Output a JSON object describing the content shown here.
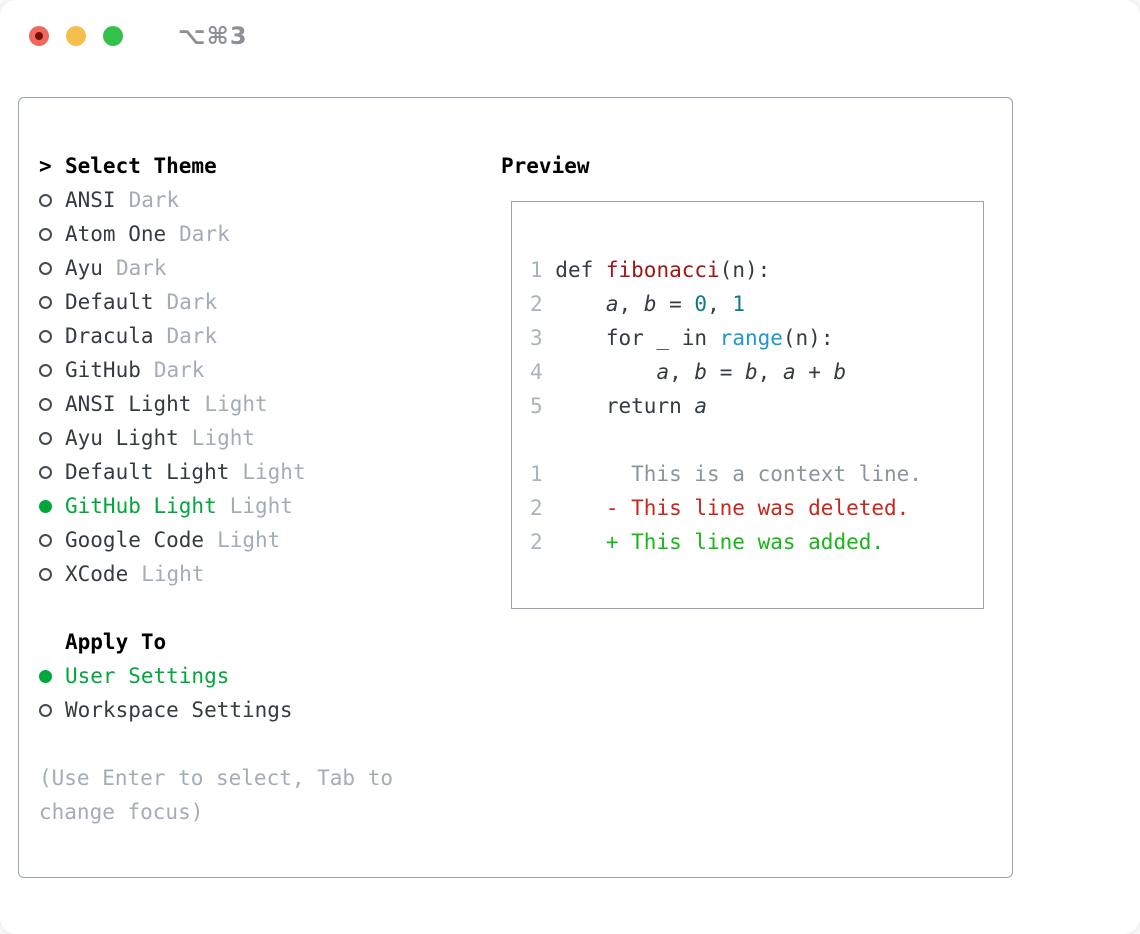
{
  "titlebar": {
    "shortcut": "⌥⌘3",
    "buttons": [
      "close",
      "minimize",
      "zoom"
    ]
  },
  "colors": {
    "ink": "#343b42",
    "muted": "#a3acb7",
    "ln": "#a9b3be",
    "green": "#00a83c",
    "green-add": "#17b717",
    "red-del": "#c9261d",
    "fn-red": "#a31515",
    "num-teal": "#0c7b8a",
    "range-blue": "#1e97d4",
    "border": "#9aa4b0",
    "ctx-gray": "#8b949e",
    "light-red": "#ee6a5f",
    "light-red-dot": "#7a0c06",
    "light-yellow": "#f5bf4f",
    "light-green": "#34c14b",
    "shortcut": "#8b9096"
  },
  "theme_picker": {
    "cursor": ">",
    "title": "Select Theme",
    "items": [
      {
        "name": "ANSI",
        "variant": "Dark",
        "selected": false
      },
      {
        "name": "Atom One",
        "variant": "Dark",
        "selected": false
      },
      {
        "name": "Ayu",
        "variant": "Dark",
        "selected": false
      },
      {
        "name": "Default",
        "variant": "Dark",
        "selected": false
      },
      {
        "name": "Dracula",
        "variant": "Dark",
        "selected": false
      },
      {
        "name": "GitHub",
        "variant": "Dark",
        "selected": false
      },
      {
        "name": "ANSI Light",
        "variant": "Light",
        "selected": false
      },
      {
        "name": "Ayu Light",
        "variant": "Light",
        "selected": false
      },
      {
        "name": "Default Light",
        "variant": "Light",
        "selected": false
      },
      {
        "name": "GitHub Light",
        "variant": "Light",
        "selected": true
      },
      {
        "name": "Google Code",
        "variant": "Light",
        "selected": false
      },
      {
        "name": "XCode",
        "variant": "Light",
        "selected": false
      }
    ]
  },
  "apply_to": {
    "title": "Apply To",
    "options": [
      {
        "name": "User Settings",
        "selected": true
      },
      {
        "name": "Workspace Settings",
        "selected": false
      }
    ]
  },
  "hint": "(Use Enter to select, Tab to change focus)",
  "preview": {
    "title": "Preview",
    "lines": [
      [
        {
          "t": "1 ",
          "c": "ln"
        },
        {
          "t": "def ",
          "c": "pl"
        },
        {
          "t": "fibonacci",
          "c": "fn"
        },
        {
          "t": "(n):",
          "c": "pl"
        }
      ],
      [
        {
          "t": "2 ",
          "c": "ln"
        },
        {
          "t": "    ",
          "c": "pl"
        },
        {
          "t": "a",
          "c": "vr"
        },
        {
          "t": ", ",
          "c": "pl"
        },
        {
          "t": "b",
          "c": "vr"
        },
        {
          "t": " = ",
          "c": "pl"
        },
        {
          "t": "0",
          "c": "nm"
        },
        {
          "t": ", ",
          "c": "pl"
        },
        {
          "t": "1",
          "c": "nm"
        }
      ],
      [
        {
          "t": "3 ",
          "c": "ln"
        },
        {
          "t": "    for _ in ",
          "c": "pl"
        },
        {
          "t": "range",
          "c": "bl"
        },
        {
          "t": "(n):",
          "c": "pl"
        }
      ],
      [
        {
          "t": "4 ",
          "c": "ln"
        },
        {
          "t": "        ",
          "c": "pl"
        },
        {
          "t": "a",
          "c": "vr"
        },
        {
          "t": ", ",
          "c": "pl"
        },
        {
          "t": "b",
          "c": "vr"
        },
        {
          "t": " = ",
          "c": "pl"
        },
        {
          "t": "b",
          "c": "vr"
        },
        {
          "t": ", ",
          "c": "pl"
        },
        {
          "t": "a",
          "c": "vr"
        },
        {
          "t": " + ",
          "c": "pl"
        },
        {
          "t": "b",
          "c": "vr"
        }
      ],
      [
        {
          "t": "5 ",
          "c": "ln"
        },
        {
          "t": "    return ",
          "c": "pl"
        },
        {
          "t": "a",
          "c": "vr"
        }
      ],
      [],
      [
        {
          "t": "1",
          "c": "ln"
        },
        {
          "t": "       This is a context line.",
          "c": "ctx"
        }
      ],
      [
        {
          "t": "2",
          "c": "ln"
        },
        {
          "t": "     - This line was deleted.",
          "c": "del"
        }
      ],
      [
        {
          "t": "2",
          "c": "ln"
        },
        {
          "t": "     + This line was added.",
          "c": "add"
        }
      ]
    ]
  }
}
